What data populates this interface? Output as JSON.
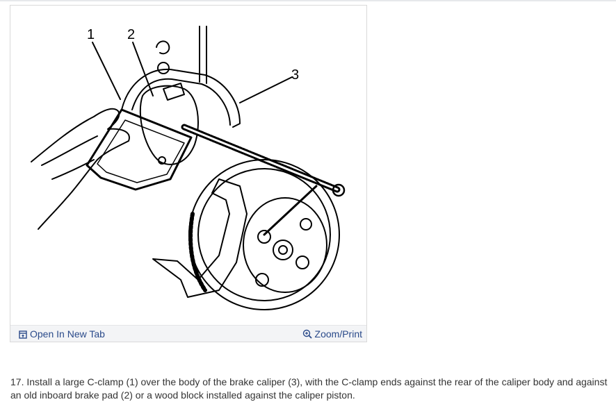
{
  "figure": {
    "callouts": [
      "1",
      "2",
      "3"
    ],
    "open_in_new_tab_label": "Open In New Tab",
    "open_icon": "open-in-new-tab-icon",
    "zoom_print_label": "Zoom/Print",
    "zoom_icon": "zoom-in-icon"
  },
  "step": {
    "text": "17. Install a large C-clamp (1) over the body of the brake caliper (3), with the C-clamp ends against the rear of the caliper body and against an old inboard brake pad (2) or a wood block installed against the caliper piston."
  },
  "colors": {
    "link": "#2a4a8a",
    "toolbar_bg": "#f3f4f6",
    "text": "#333333"
  }
}
